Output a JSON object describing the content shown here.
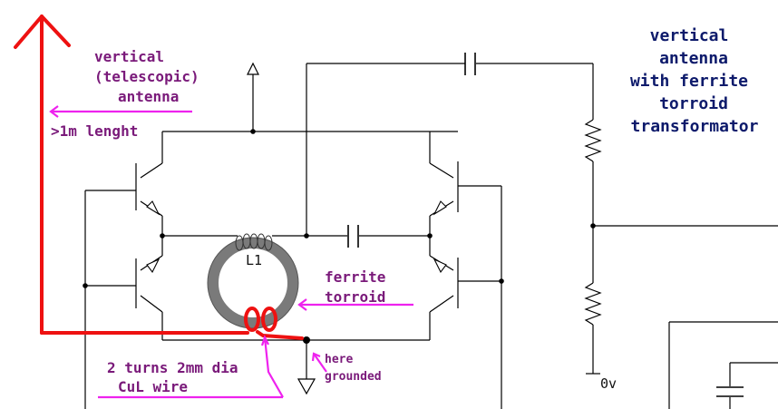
{
  "annotations": {
    "antenna_label": [
      "vertical",
      "(telescopic)",
      "antenna"
    ],
    "length_note": ">1m lenght",
    "title_lines": [
      "vertical",
      "antenna",
      "with ferrite",
      "torroid",
      "transformator"
    ],
    "ferrite_label": [
      "ferrite",
      "torroid"
    ],
    "wire_note": [
      "2 turns 2mm dia",
      "CuL wire"
    ],
    "ground_note": [
      "here",
      "grounded"
    ]
  },
  "circuit": {
    "coil_label": "L1",
    "ground_label": "0v"
  },
  "colors": {
    "wire": "#000000",
    "annotation_red": "#ee1111",
    "annotation_magenta": "#ee22ee",
    "annotation_text_purple": "#7a1a7a",
    "title_navy": "#0d1a6b",
    "torroid_gray": "#7a7a7a",
    "torroid_fill": "#9a9a9a"
  }
}
